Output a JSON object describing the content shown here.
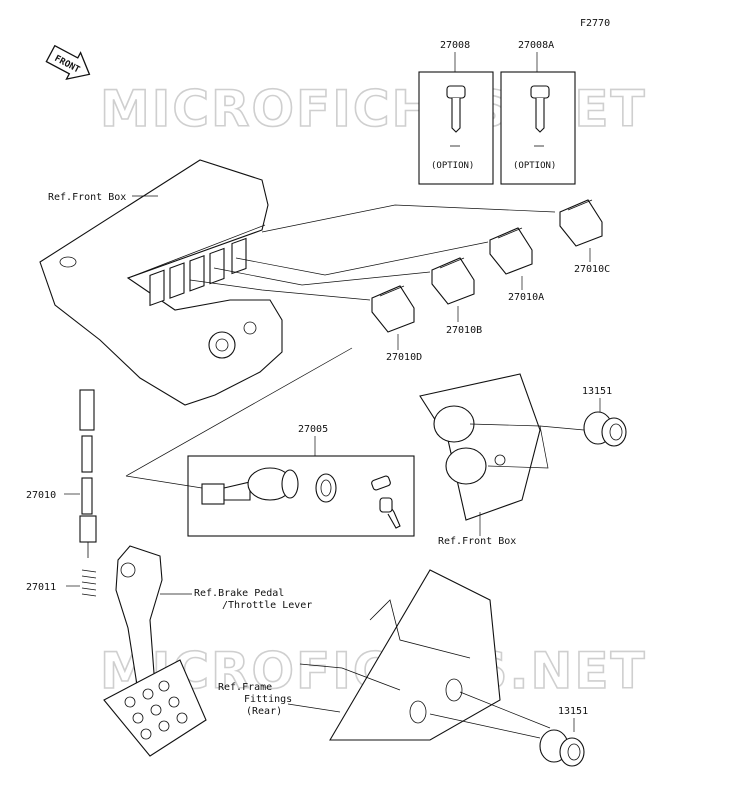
{
  "figure_code": "F2770",
  "front_arrow_label": "FRONT",
  "watermark": "MICROFICHES.NET",
  "parts": {
    "key_a": "27008",
    "key_b": "27008A",
    "switch_c": "27010C",
    "switch_a": "27010A",
    "switch_b": "27010B",
    "switch_d": "27010D",
    "socket_top": "13151",
    "socket_bottom": "13151",
    "ignition_set": "27005",
    "brake_switch": "27010",
    "spring": "27011"
  },
  "option_label": "(OPTION)",
  "refs": {
    "front_box_top": "Ref.Front Box",
    "front_box_right": "Ref.Front Box",
    "brake_line1": "Ref.Brake Pedal",
    "brake_line2": "/Throttle Lever",
    "frame_line1": "Ref.Frame",
    "frame_line2": "Fittings",
    "frame_line3": "(Rear)"
  }
}
